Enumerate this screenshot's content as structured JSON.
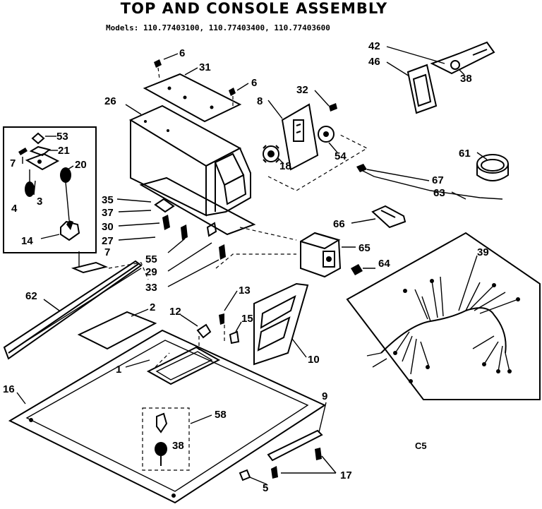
{
  "header": {
    "title": "TOP AND CONSOLE ASSEMBLY",
    "models": "Models: 110.77403100, 110.77403400, 110.77403600"
  },
  "code": "C5",
  "callouts": {
    "c1": "1",
    "c2": "2",
    "c3": "3",
    "c4": "4",
    "c5": "5",
    "c6a": "6",
    "c6b": "6",
    "c7a": "7",
    "c7b": "7",
    "c8": "8",
    "c9": "9",
    "c10": "10",
    "c12": "12",
    "c13": "13",
    "c14": "14",
    "c15": "15",
    "c16": "16",
    "c17": "17",
    "c18": "18",
    "c20": "20",
    "c21": "21",
    "c26": "26",
    "c27": "27",
    "c29": "29",
    "c30": "30",
    "c31": "31",
    "c32": "32",
    "c33": "33",
    "c35": "35",
    "c37": "37",
    "c38a": "38",
    "c38b": "38",
    "c39": "39",
    "c42": "42",
    "c46": "46",
    "c53": "53",
    "c54": "54",
    "c55": "55",
    "c58": "58",
    "c61": "61",
    "c62": "62",
    "c63": "63",
    "c64": "64",
    "c65": "65",
    "c66": "66",
    "c67": "67"
  }
}
